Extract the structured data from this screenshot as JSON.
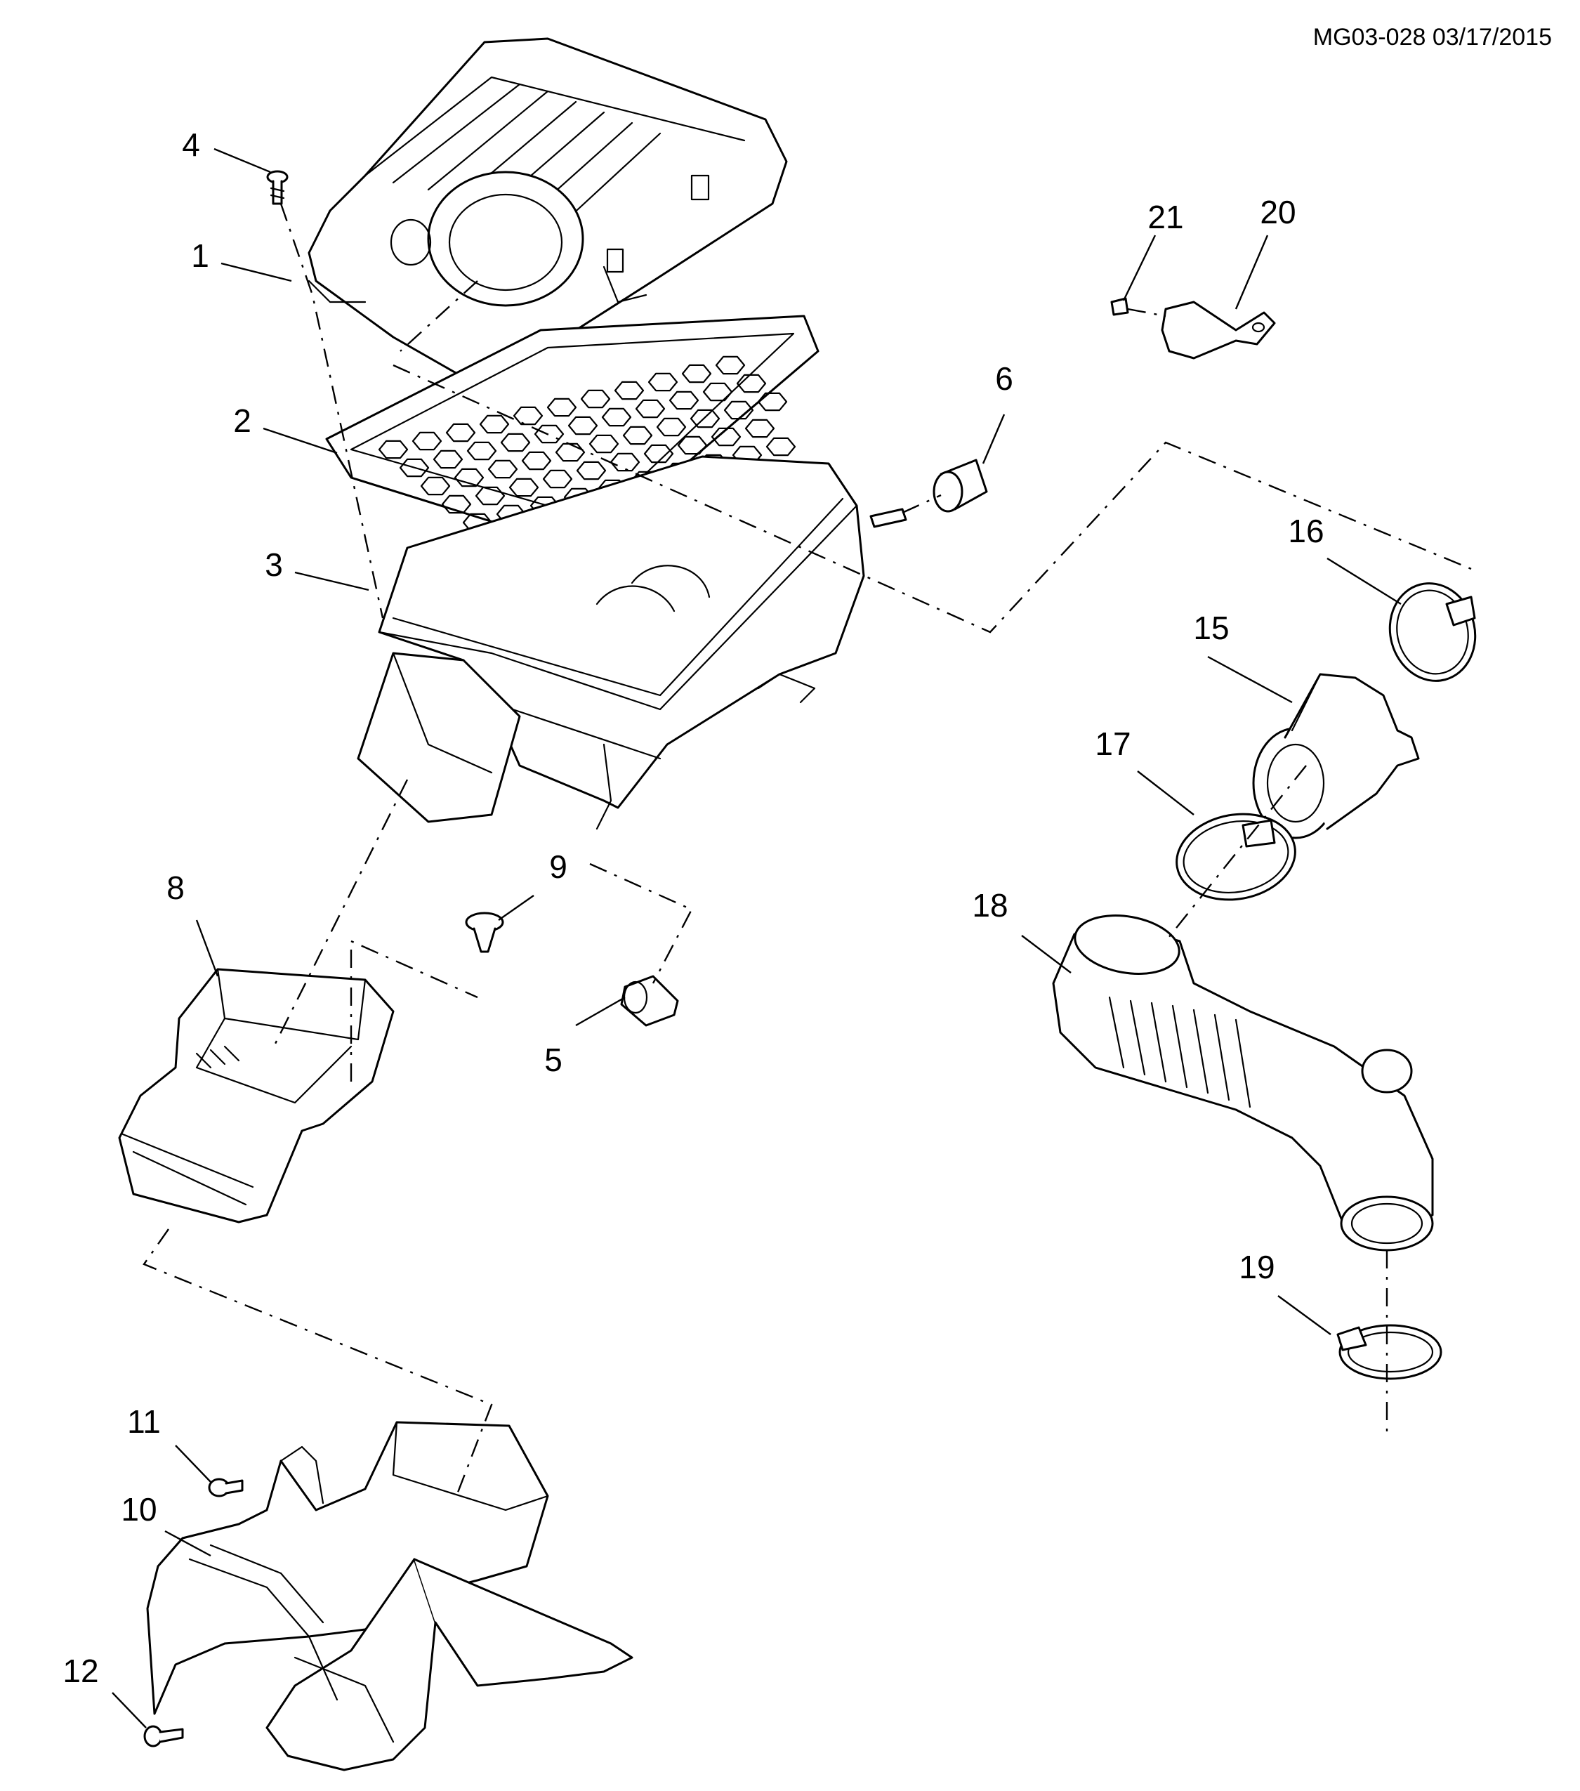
{
  "document": {
    "reference": "MG03-028 03/17/2015"
  },
  "callouts": [
    {
      "id": "c1",
      "label": "1"
    },
    {
      "id": "c2",
      "label": "2"
    },
    {
      "id": "c3",
      "label": "3"
    },
    {
      "id": "c4",
      "label": "4"
    },
    {
      "id": "c5",
      "label": "5"
    },
    {
      "id": "c6",
      "label": "6"
    },
    {
      "id": "c8",
      "label": "8"
    },
    {
      "id": "c9",
      "label": "9"
    },
    {
      "id": "c10",
      "label": "10"
    },
    {
      "id": "c11",
      "label": "11"
    },
    {
      "id": "c12",
      "label": "12"
    },
    {
      "id": "c15",
      "label": "15"
    },
    {
      "id": "c16",
      "label": "16"
    },
    {
      "id": "c17",
      "label": "17"
    },
    {
      "id": "c18",
      "label": "18"
    },
    {
      "id": "c19",
      "label": "19"
    },
    {
      "id": "c20",
      "label": "20"
    },
    {
      "id": "c21",
      "label": "21"
    }
  ]
}
